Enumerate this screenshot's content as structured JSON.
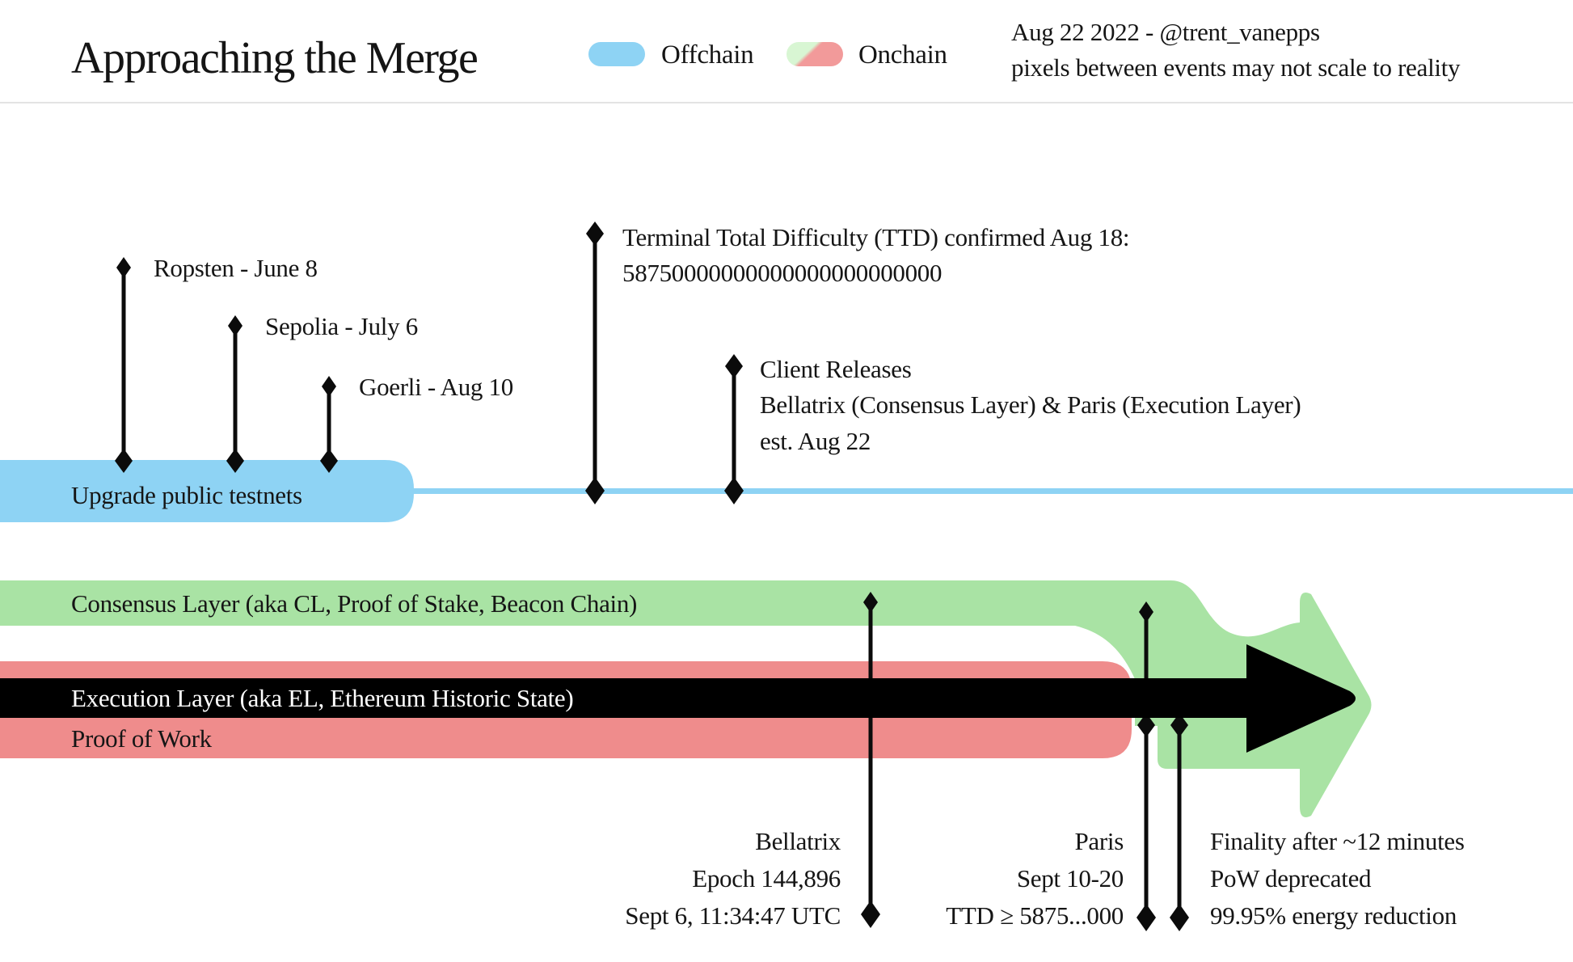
{
  "header": {
    "title": "Approaching the Merge",
    "legend": {
      "offchain": "Offchain",
      "onchain": "Onchain"
    },
    "credit": {
      "line1": "Aug 22 2022 - @trent_vanepps",
      "line2": "pixels between events may not scale to reality"
    }
  },
  "colors": {
    "offchain_blue": "#8ed3f4",
    "onchain_green": "#a9e3a4",
    "onchain_red": "#ef8c8c",
    "legend_light_green": "#d8f6d3",
    "legend_salmon": "#f29a9a",
    "black": "#000000",
    "divider_gray": "#e3e3e3"
  },
  "bars": {
    "offchain_label": "Upgrade public testnets",
    "consensus_label": "Consensus Layer (aka CL, Proof of Stake, Beacon Chain)",
    "execution_label": "Execution Layer (aka EL, Ethereum Historic State)",
    "pow_label": "Proof of Work"
  },
  "markers": {
    "ropsten": "Ropsten - June 8",
    "sepolia": "Sepolia - July 6",
    "goerli": "Goerli - Aug 10"
  },
  "ttd": {
    "line1": "Terminal Total Difficulty (TTD) confirmed Aug 18:",
    "line2": "58750000000000000000000000"
  },
  "client": {
    "line1": "Client Releases",
    "line2": "Bellatrix (Consensus Layer) & Paris (Execution Layer)",
    "line3": "est. Aug 22"
  },
  "events": {
    "bellatrix": [
      "Bellatrix",
      "Epoch 144,896",
      "Sept 6, 11:34:47 UTC"
    ],
    "paris": [
      "Paris",
      "Sept 10-20",
      "TTD ≥ 5875...000"
    ],
    "finality": [
      "Finality after ~12 minutes",
      "PoW deprecated",
      "99.95% energy reduction"
    ]
  }
}
